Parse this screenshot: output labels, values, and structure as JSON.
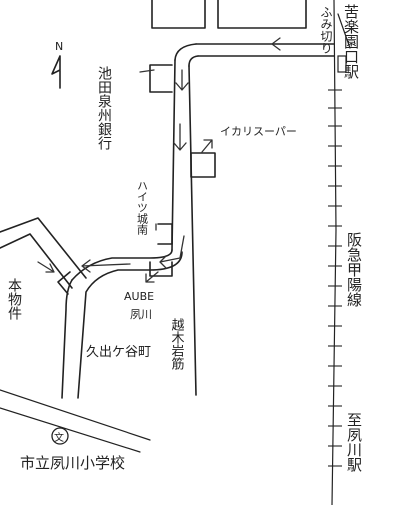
{
  "compass": {
    "label": "N"
  },
  "stations": {
    "kurakuen": "苦楽園口駅",
    "shukugawa": "至夙川駅"
  },
  "railway": {
    "name": "阪急甲陽線",
    "crossing": "ふみ切り"
  },
  "landmarks": {
    "bank": "池田泉州銀行",
    "supermarket": "イカリスーパー",
    "heights": "ハイツ城南",
    "aube": "AUBE",
    "aube_area": "夙川",
    "property": "本物件",
    "road": "越木岩筋",
    "town": "久出ケ谷町",
    "school_symbol": "文",
    "school": "市立夙川小学校"
  }
}
